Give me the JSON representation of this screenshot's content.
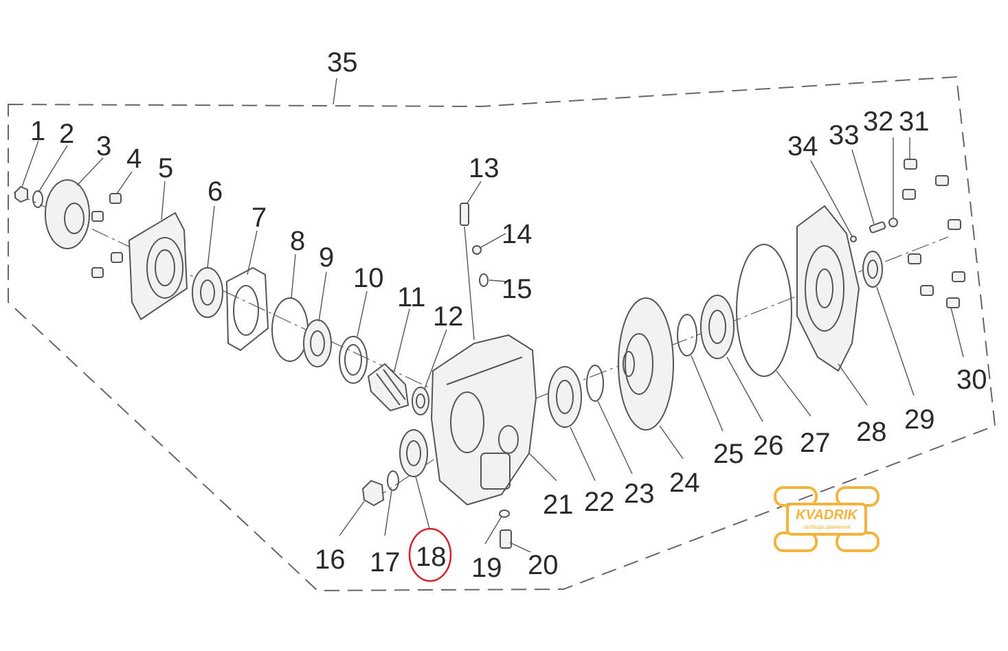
{
  "diagram": {
    "callouts": [
      "1",
      "2",
      "3",
      "4",
      "5",
      "6",
      "7",
      "8",
      "9",
      "10",
      "11",
      "12",
      "13",
      "14",
      "15",
      "16",
      "17",
      "18",
      "19",
      "20",
      "21",
      "22",
      "23",
      "24",
      "25",
      "26",
      "27",
      "28",
      "29",
      "30",
      "31",
      "32",
      "33",
      "34",
      "35"
    ],
    "highlighted_callout": "18",
    "highlight_color": "#d0202a"
  },
  "logo": {
    "brand": "KVADRIK",
    "tagline": "свобода движения",
    "color": "#f2b43c"
  }
}
